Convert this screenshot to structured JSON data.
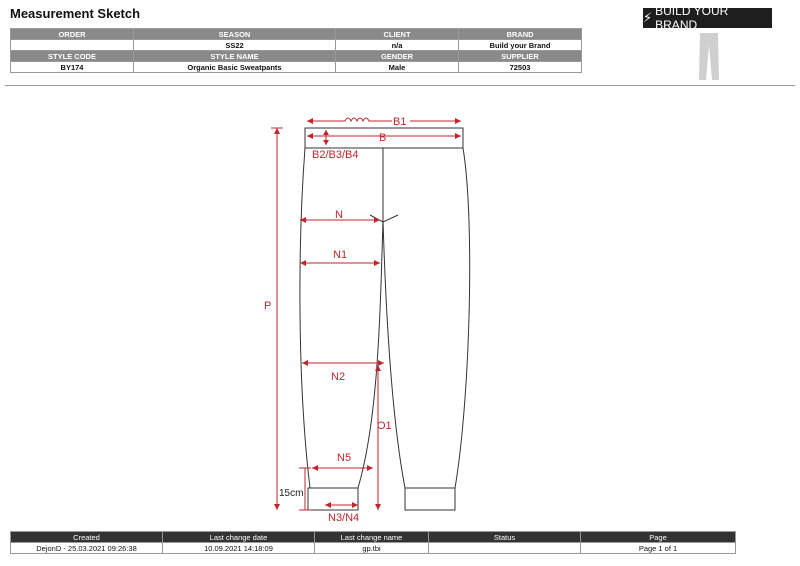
{
  "title": "Measurement Sketch",
  "logo_text": "BUILD YOUR BRAND",
  "info": {
    "headers1": [
      "ORDER",
      "SEASON",
      "CLIENT",
      "BRAND"
    ],
    "values1": [
      "",
      "SS22",
      "n/a",
      "Build your Brand"
    ],
    "headers2": [
      "STYLE CODE",
      "STYLE NAME",
      "GENDER",
      "SUPPLIER"
    ],
    "values2": [
      "BY174",
      "Organic Basic Sweatpants",
      "Male",
      "72503"
    ]
  },
  "sketch": {
    "labels": {
      "B1": "B1",
      "B": "B",
      "B2": "B2/B3/B4",
      "N": "N",
      "N1": "N1",
      "N2": "N2",
      "N5": "N5",
      "N3": "N3/N4",
      "P": "P",
      "O1": "O1",
      "cm": "15cm"
    },
    "dim_color": "#c0262d"
  },
  "footer": {
    "headers": [
      "Created",
      "Last change date",
      "Last change name",
      "Status",
      "Page"
    ],
    "values": [
      "DejonD - 25.03.2021 09:26:38",
      "10.09.2021 14:18:09",
      "gp.tbi",
      "",
      "Page 1 of 1"
    ]
  }
}
